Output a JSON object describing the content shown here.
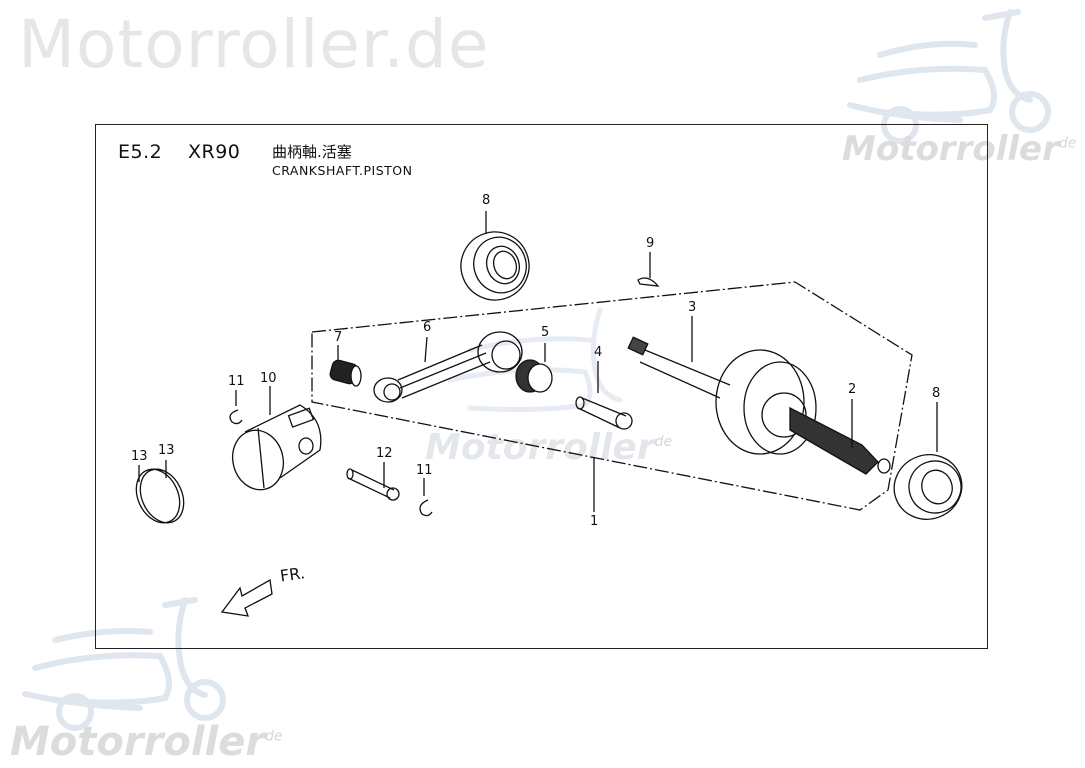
{
  "watermark": {
    "site_title": "Motorroller.de",
    "brand": "Motorroller",
    "brand_suffix": "de"
  },
  "header": {
    "section_code": "E5.2",
    "model": "XR90",
    "title_cn": "曲柄軸.活塞",
    "title_en": "CRANKSHAFT.PISTON"
  },
  "direction": {
    "label": "FR."
  },
  "colors": {
    "line": "#111111",
    "watermark_text": "#e6e6e6",
    "watermark_logo": "#dbe3ec"
  },
  "callouts": [
    {
      "num": "1",
      "part": "crankshaft-assembly"
    },
    {
      "num": "2",
      "part": "crankshaft-right"
    },
    {
      "num": "3",
      "part": "crankshaft-left"
    },
    {
      "num": "4",
      "part": "crank-pin"
    },
    {
      "num": "5",
      "part": "needle-bearing-big-end"
    },
    {
      "num": "6",
      "part": "connecting-rod"
    },
    {
      "num": "7",
      "part": "needle-bearing-small-end"
    },
    {
      "num": "8",
      "part": "ball-bearing-top"
    },
    {
      "num": "8",
      "part": "ball-bearing-right"
    },
    {
      "num": "9",
      "part": "woodruff-key"
    },
    {
      "num": "10",
      "part": "piston"
    },
    {
      "num": "11",
      "part": "circlip-left"
    },
    {
      "num": "11",
      "part": "circlip-right"
    },
    {
      "num": "12",
      "part": "piston-pin"
    },
    {
      "num": "13",
      "part": "piston-ring-1"
    },
    {
      "num": "13",
      "part": "piston-ring-2"
    }
  ]
}
